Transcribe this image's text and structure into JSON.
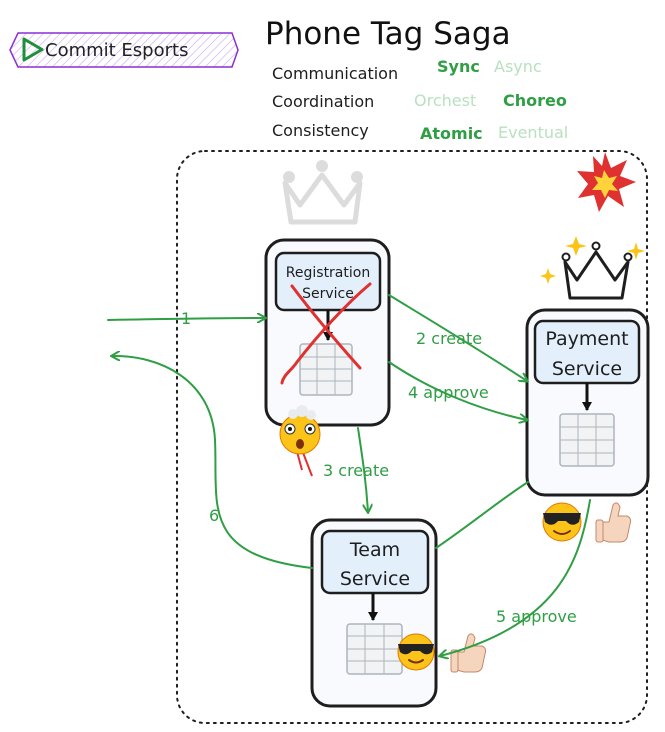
{
  "logo": {
    "text": "Commit Esports",
    "icon": "play-icon",
    "color": "#7c3aed"
  },
  "title": "Phone Tag Saga",
  "dimensions": [
    {
      "label": "Communication",
      "options": [
        {
          "text": "Sync",
          "active": true
        },
        {
          "text": "Async",
          "active": false
        }
      ]
    },
    {
      "label": "Coordination",
      "options": [
        {
          "text": "Orchest",
          "active": false
        },
        {
          "text": "Choreo",
          "active": true
        }
      ]
    },
    {
      "label": "Consistency",
      "options": [
        {
          "text": "Atomic",
          "active": true
        },
        {
          "text": "Eventual",
          "active": false
        }
      ]
    }
  ],
  "services": {
    "registration": {
      "line1": "Registration",
      "line2": "Service",
      "status": "failed",
      "icons": [
        "crown-icon",
        "red-x-icon",
        "database-icon",
        "shocked-emoji-icon"
      ]
    },
    "payment": {
      "line1": "Payment",
      "line2": "Service",
      "icons": [
        "crown-icon",
        "sparkles-icon",
        "database-icon",
        "cool-emoji-icon",
        "thumbs-up-icon"
      ]
    },
    "team": {
      "line1": "Team",
      "line2": "Service",
      "icons": [
        "database-icon",
        "cool-emoji-icon",
        "thumbs-up-icon"
      ]
    }
  },
  "edges": [
    {
      "label": "1"
    },
    {
      "label": "2 create"
    },
    {
      "label": "3 create"
    },
    {
      "label": "4 approve"
    },
    {
      "label": "5 approve"
    },
    {
      "label": "6"
    }
  ],
  "colors": {
    "accent": "#2f9e44",
    "dim": "#b9e0c0",
    "service_fill": "#e3f0fb",
    "fail": "#e03131",
    "explosion": "#e03131"
  }
}
